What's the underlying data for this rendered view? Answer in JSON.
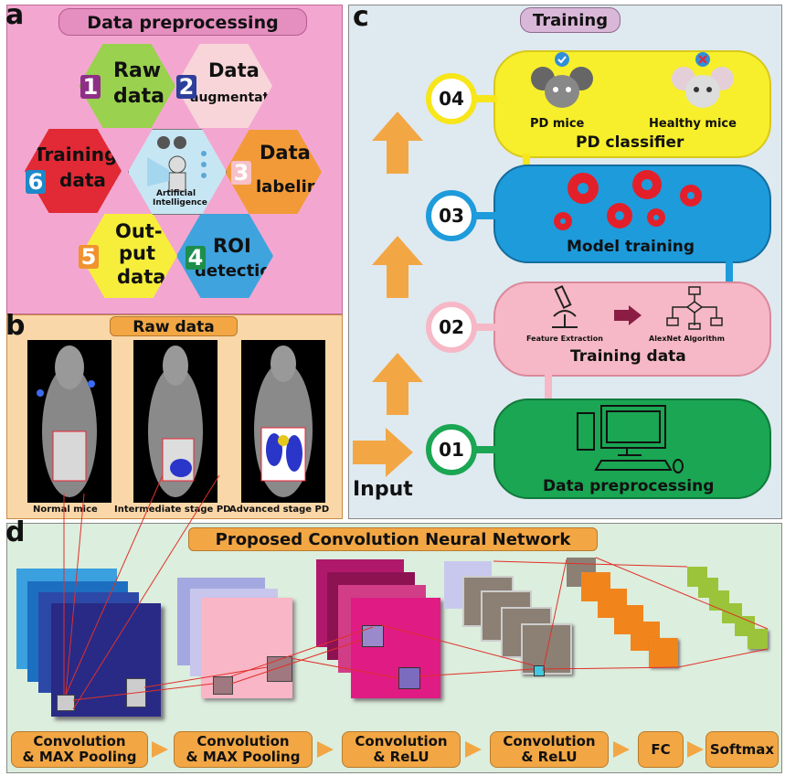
{
  "panel_a": {
    "label": "a",
    "title": "Data preprocessing",
    "center_label_1": "Artificial",
    "center_label_2": "Intelligence",
    "steps": [
      {
        "num": "1",
        "line1": "Raw",
        "line2": "data"
      },
      {
        "num": "2",
        "line1": "Data",
        "line2": "augmentation"
      },
      {
        "num": "3",
        "line1": "Data",
        "line2": "labeling"
      },
      {
        "num": "4",
        "line1": "ROI",
        "line2": "detection"
      },
      {
        "num": "5",
        "line1": "Out-",
        "line2": "put",
        "line3": "data"
      },
      {
        "num": "6",
        "line1": "Training",
        "line2": "data"
      }
    ]
  },
  "panel_b": {
    "label": "b",
    "title": "Raw data",
    "captions": [
      "Normal mice",
      "Intermediate stage PD",
      "Advanced stage PD"
    ]
  },
  "panel_c": {
    "label": "c",
    "title": "Training",
    "input_label": "Input",
    "stages": [
      {
        "num": "04",
        "title": "PD classifier",
        "sub1": "PD mice",
        "sub2": "Healthy mice"
      },
      {
        "num": "03",
        "title": "Model training"
      },
      {
        "num": "02",
        "title": "Training data",
        "sub1": "Feature Extraction",
        "sub2": "AlexNet Algorithm"
      },
      {
        "num": "01",
        "title": "Data preprocessing"
      }
    ]
  },
  "panel_d": {
    "label": "d",
    "title": "Proposed Convolution Neural Network",
    "pipeline": [
      {
        "line1": "Convolution",
        "line2": "& MAX Pooling"
      },
      {
        "line1": "Convolution",
        "line2": "& MAX Pooling"
      },
      {
        "line1": "Convolution",
        "line2": "& ReLU"
      },
      {
        "line1": "Convolution",
        "line2": "& ReLU"
      },
      {
        "line1": "FC",
        "line2": ""
      },
      {
        "line1": "Softmax",
        "line2": ""
      }
    ]
  },
  "colors": {
    "panel_a_bg": "#f3a7d0",
    "panel_b_bg": "#fad7a8",
    "panel_c_bg": "#dfe9f0",
    "panel_d_bg": "#dceedd",
    "orange": "#f2a744",
    "yellow": "#f7ef2b",
    "blue": "#1e9bdb",
    "pink": "#f6b8c6",
    "green": "#1aa653",
    "red_gear": "#e3202a"
  }
}
